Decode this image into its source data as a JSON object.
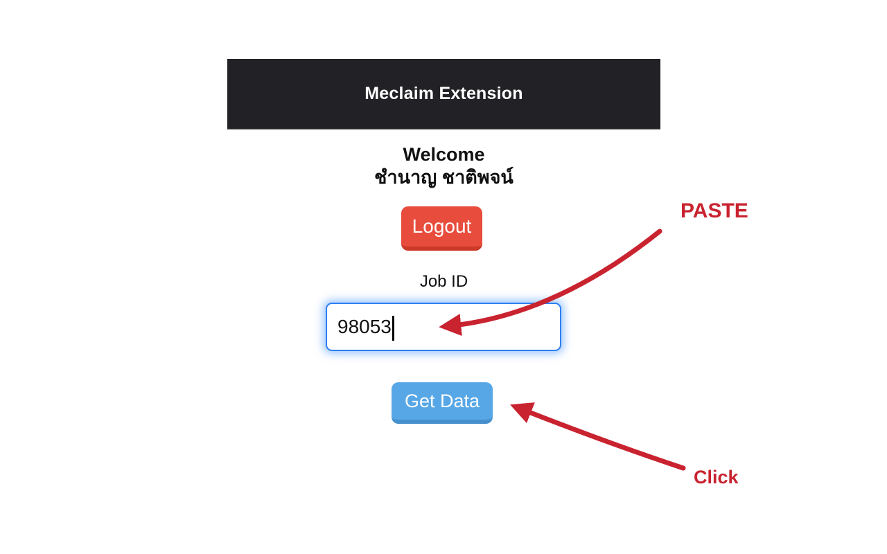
{
  "page": {
    "background_color": "#ffffff"
  },
  "header": {
    "title": "Meclaim Extension",
    "background_color": "#222226",
    "text_color": "#ffffff"
  },
  "welcome": {
    "heading": "Welcome",
    "user_name": "ชำนาญ ชาติพจน์"
  },
  "logout_button": {
    "label": "Logout",
    "background_color": "#e74c3c",
    "edge_color": "#cb3a28",
    "text_color": "#ffffff"
  },
  "job_id": {
    "label": "Job ID",
    "value": "98053",
    "border_color": "#2e7ff0"
  },
  "get_data_button": {
    "label": "Get Data",
    "background_color": "#57a7e6",
    "edge_color": "#4590cd",
    "text_color": "#ffffff"
  },
  "annotations": {
    "paste_label": "PASTE",
    "click_label": "Click",
    "color": "#c92330"
  }
}
